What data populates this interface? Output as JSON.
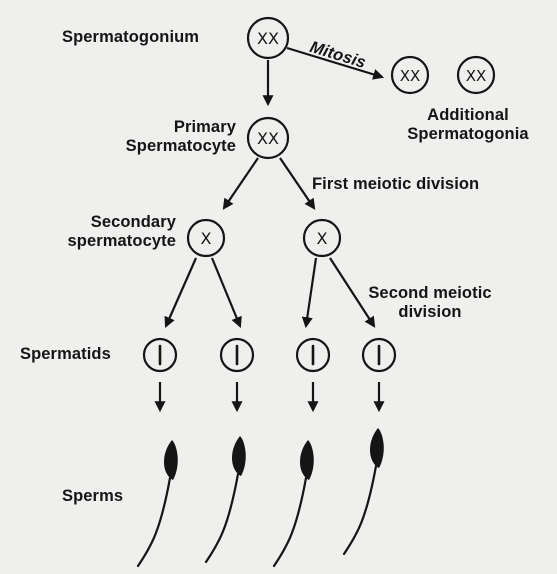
{
  "colors": {
    "background": "#efefed",
    "ink": "#151515"
  },
  "labels": {
    "spermatogonium": "Spermatogonium",
    "mitosis": "Mitosis",
    "additional_line1": "Additional",
    "additional_line2": "Spermatogonia",
    "primary_line1": "Primary",
    "primary_line2": "Spermatocyte",
    "first_meiotic": "First meiotic division",
    "secondary_line1": "Secondary",
    "secondary_line2": "spermatocyte",
    "second_meiotic_line1": "Second meiotic",
    "second_meiotic_line2": "division",
    "spermatids": "Spermatids",
    "sperms": "Sperms"
  },
  "cells": {
    "spermatogonium": "XX",
    "additional": [
      "XX",
      "XX"
    ],
    "primary": "XX",
    "secondary": [
      "X",
      "X"
    ]
  },
  "icons": {
    "spermatid": "spermatid-cell-icon",
    "sperm": "sperm-icon",
    "arrow": "arrow-icon"
  }
}
